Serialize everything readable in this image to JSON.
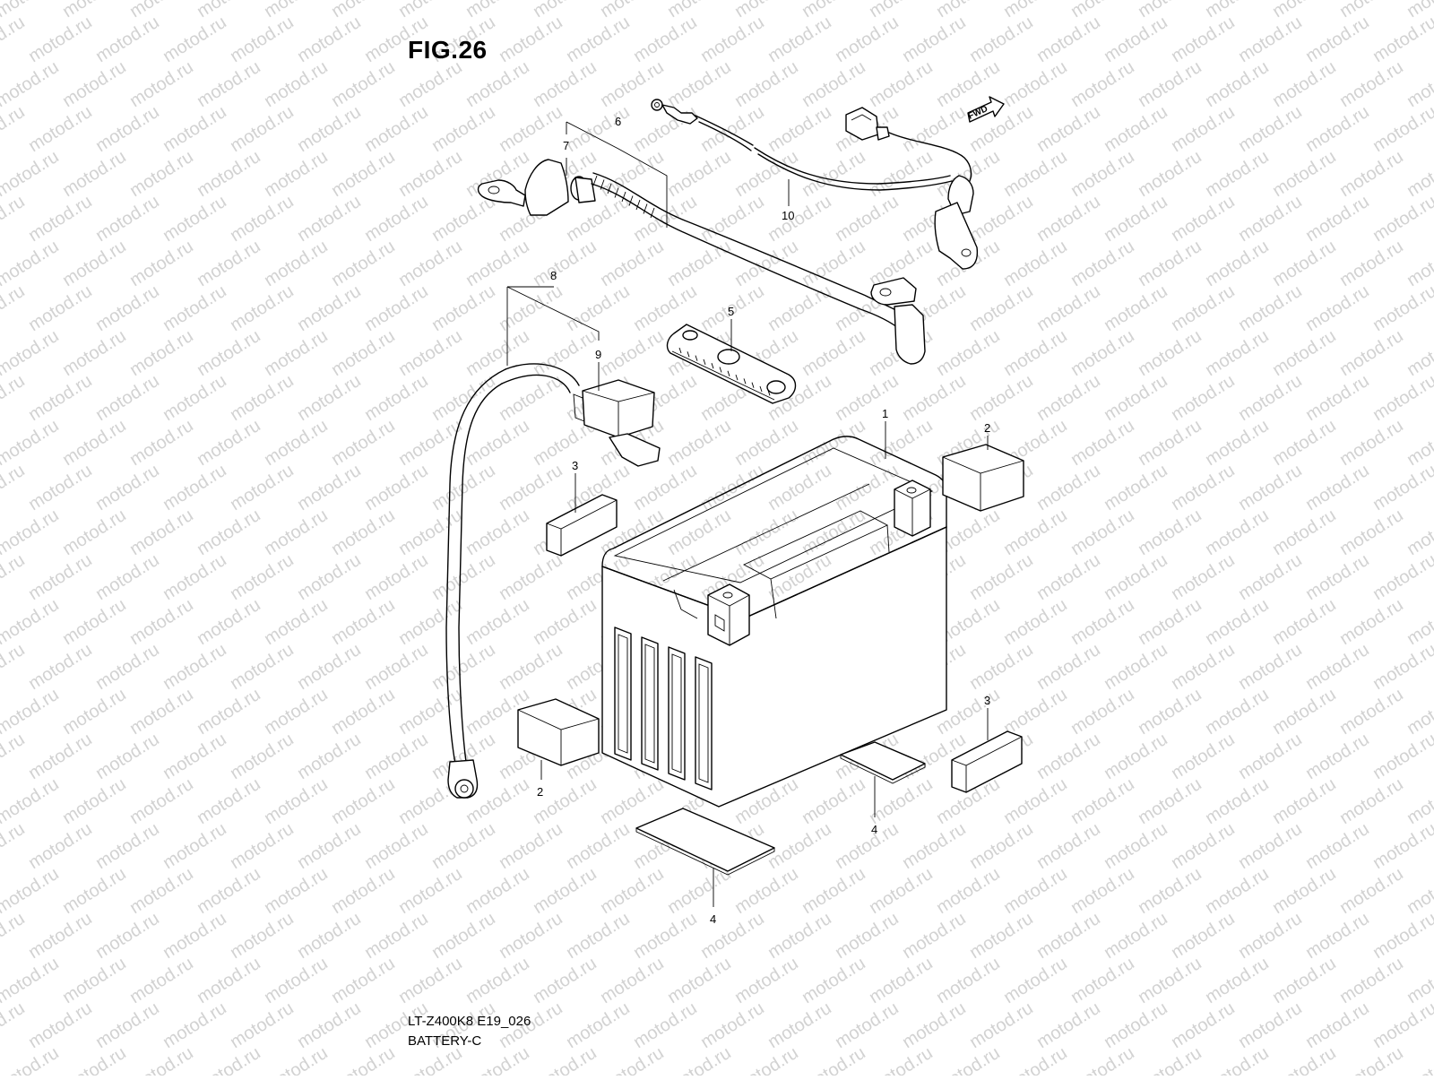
{
  "figure": {
    "title": "FIG.26",
    "code": "LT-Z400K8 E19_026",
    "name": "BATTERY-C"
  },
  "watermark": {
    "text": "motod.ru",
    "color": "#d2d2d2"
  },
  "direction_marker": {
    "label": "FWD"
  },
  "callouts": [
    {
      "id": "c1",
      "label": "1"
    },
    {
      "id": "c2a",
      "label": "2"
    },
    {
      "id": "c2b",
      "label": "2"
    },
    {
      "id": "c3a",
      "label": "3"
    },
    {
      "id": "c3b",
      "label": "3"
    },
    {
      "id": "c4a",
      "label": "4"
    },
    {
      "id": "c4b",
      "label": "4"
    },
    {
      "id": "c5",
      "label": "5"
    },
    {
      "id": "c6",
      "label": "6"
    },
    {
      "id": "c7",
      "label": "7"
    },
    {
      "id": "c8",
      "label": "8"
    },
    {
      "id": "c9",
      "label": "9"
    },
    {
      "id": "c10",
      "label": "10"
    }
  ]
}
